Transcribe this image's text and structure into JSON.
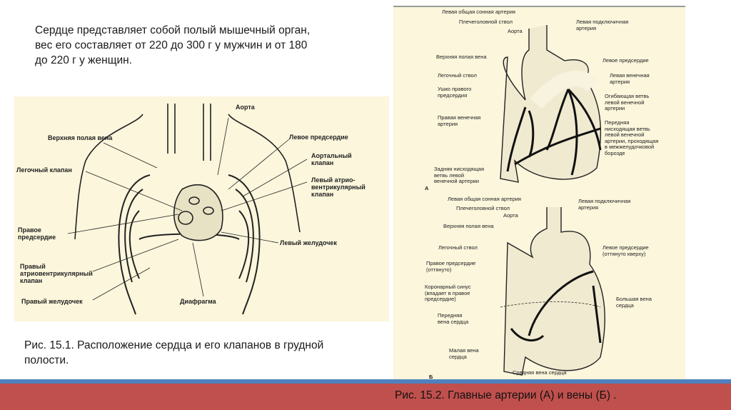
{
  "intro": "Сердце представляет собой полый мышечный орган, вес его составляет от 220 до 300 г у мужчин и от 180 до 220 г у женщин.",
  "figure1": {
    "caption": "Рис. 15.1. Расположение сердца и его клапанов в грудной полости.",
    "labels": [
      "Аорта",
      "Верхняя полая вена",
      "Левое предсердие",
      "Аортальный клапан",
      "Легочный клапан",
      "Левый атрио-вентрикулярный клапан",
      "Правое предсердие",
      "Левый желудочек",
      "Правый атриовентрикулярный клапан",
      "Правый желудочек",
      "Диафрагма"
    ]
  },
  "figure2": {
    "caption": "Рис. 15.2. Главные артерии (А) и вены (Б) .",
    "panel_a": {
      "letter": "А",
      "labels": [
        "Левая общая сонная артерия",
        "Плечеголовной ствол",
        "Аорта",
        "Левая подключичная артерия",
        "Верхняя полая вена",
        "Левое предсердие",
        "Легочный ствол",
        "Левая венечная артерия",
        "Ушко правого предсердия",
        "Огибающая ветвь левой венечной артерии",
        "Правая венечная артерия",
        "Передняя нисходящая ветвь левой венечной артерии, проходящая в межжелудочковой борозде",
        "Задняя нисходящая ветвь левой венечной артерии"
      ]
    },
    "panel_b": {
      "letter": "Б",
      "labels": [
        "Левая общая сонная артерия",
        "Плечеголовной ствол",
        "Левая подключичная артерия",
        "Аорта",
        "Верхняя полая вена",
        "Легочный ствол",
        "Левое предсердие (оттянуто кверху)",
        "Правое предсердие (оттянуто)",
        "Коронарный синус (впадает в правое предсердие)",
        "Большая вена сердца",
        "Передняя вена сердца",
        "Малая вена сердца",
        "Средняя вена сердца"
      ]
    }
  }
}
